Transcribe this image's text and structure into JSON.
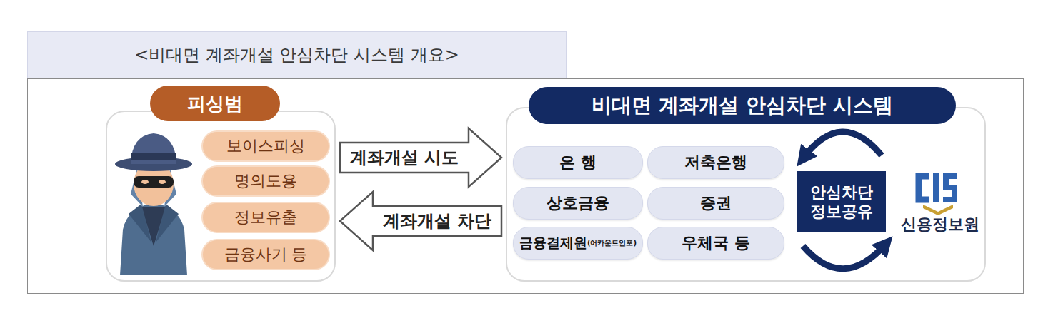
{
  "diagram": {
    "title": "<비대면 계좌개설 안심차단 시스템 개요>",
    "nodes": [
      {
        "text": [
          "피싱범"
        ]
      },
      {
        "text": [
          "보이스피싱"
        ],
        "in": 0
      },
      {
        "text": [
          "명의도용"
        ],
        "in": 0
      },
      {
        "text": [
          "정보유출"
        ],
        "in": 0
      },
      {
        "text": [
          "금융사기 등"
        ],
        "in": 0
      },
      {
        "text": [
          "비대면 계좌개설 안심차단 시스템"
        ]
      },
      {
        "text": [
          "은 행"
        ],
        "in": 5
      },
      {
        "text": [
          "저축은행"
        ],
        "in": 5
      },
      {
        "text": [
          "상호금융"
        ],
        "in": 5
      },
      {
        "text": [
          "증권"
        ],
        "in": 5
      },
      {
        "text": [
          "금융결제원",
          "(어카운트인포)"
        ],
        "in": 5
      },
      {
        "text": [
          "우체국 등"
        ],
        "in": 5
      },
      {
        "text": [
          "안심차단 정보공유"
        ],
        "in": 5
      }
    ],
    "edges": [
      {
        "from": 0,
        "to": 5,
        "arrow": "to",
        "label": "계좌개설 시도"
      },
      {
        "from": 5,
        "to": 0,
        "arrow": "to",
        "label": "계좌개설 차단"
      }
    ],
    "labels": [
      "신용정보원"
    ]
  }
}
